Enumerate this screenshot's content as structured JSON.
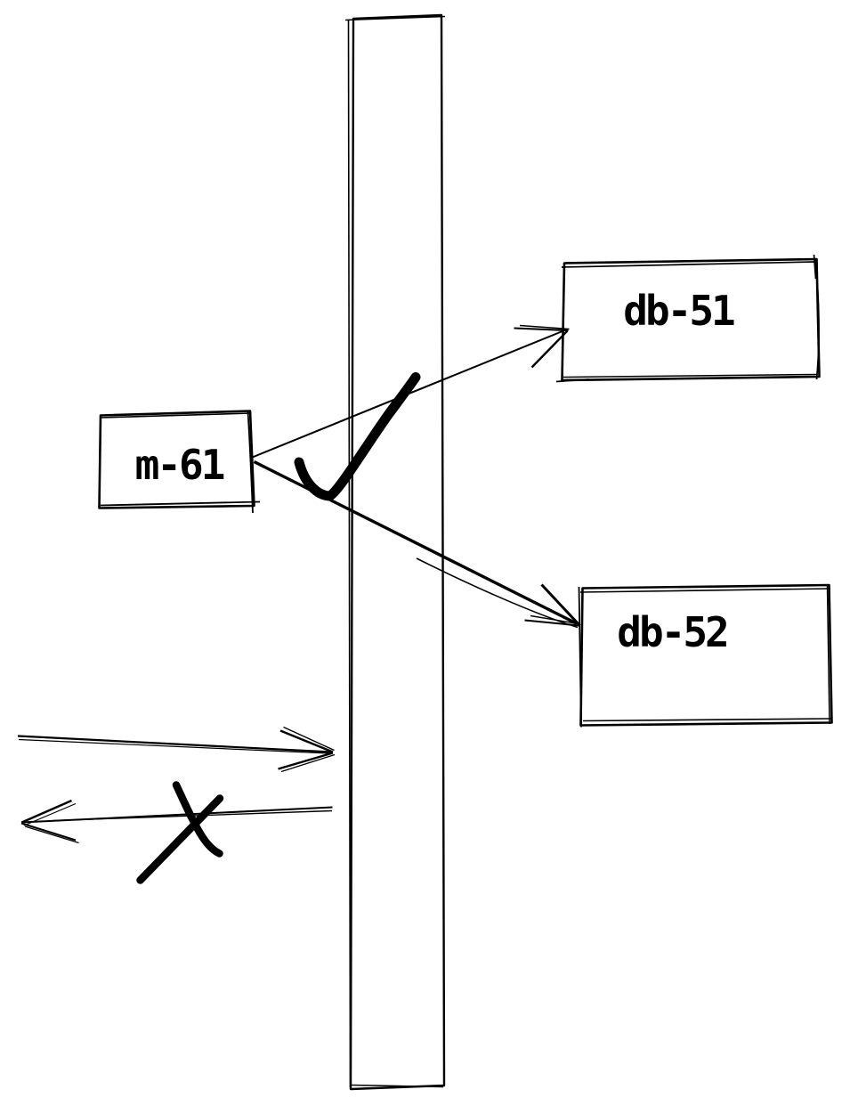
{
  "canvas": {
    "background_color": "#ffffff",
    "ink_color": "#000000"
  },
  "nodes": {
    "m61": {
      "label": "m-61"
    },
    "db51": {
      "label": "db-51"
    },
    "db52": {
      "label": "db-52"
    }
  },
  "edges": [
    {
      "from": "m-61",
      "to": "db-51",
      "style": "thin-open-arrow"
    },
    {
      "from": "m-61",
      "to": "db-52",
      "style": "thick-open-arrow"
    }
  ],
  "marks": {
    "checkmark_icon": "check-mark",
    "cross_icon": "x-mark",
    "barrier": "vertical-wall",
    "rightward_arrow": "arrow-toward-wall",
    "leftward_arrow": "arrow-away-from-wall-crossed-out"
  }
}
